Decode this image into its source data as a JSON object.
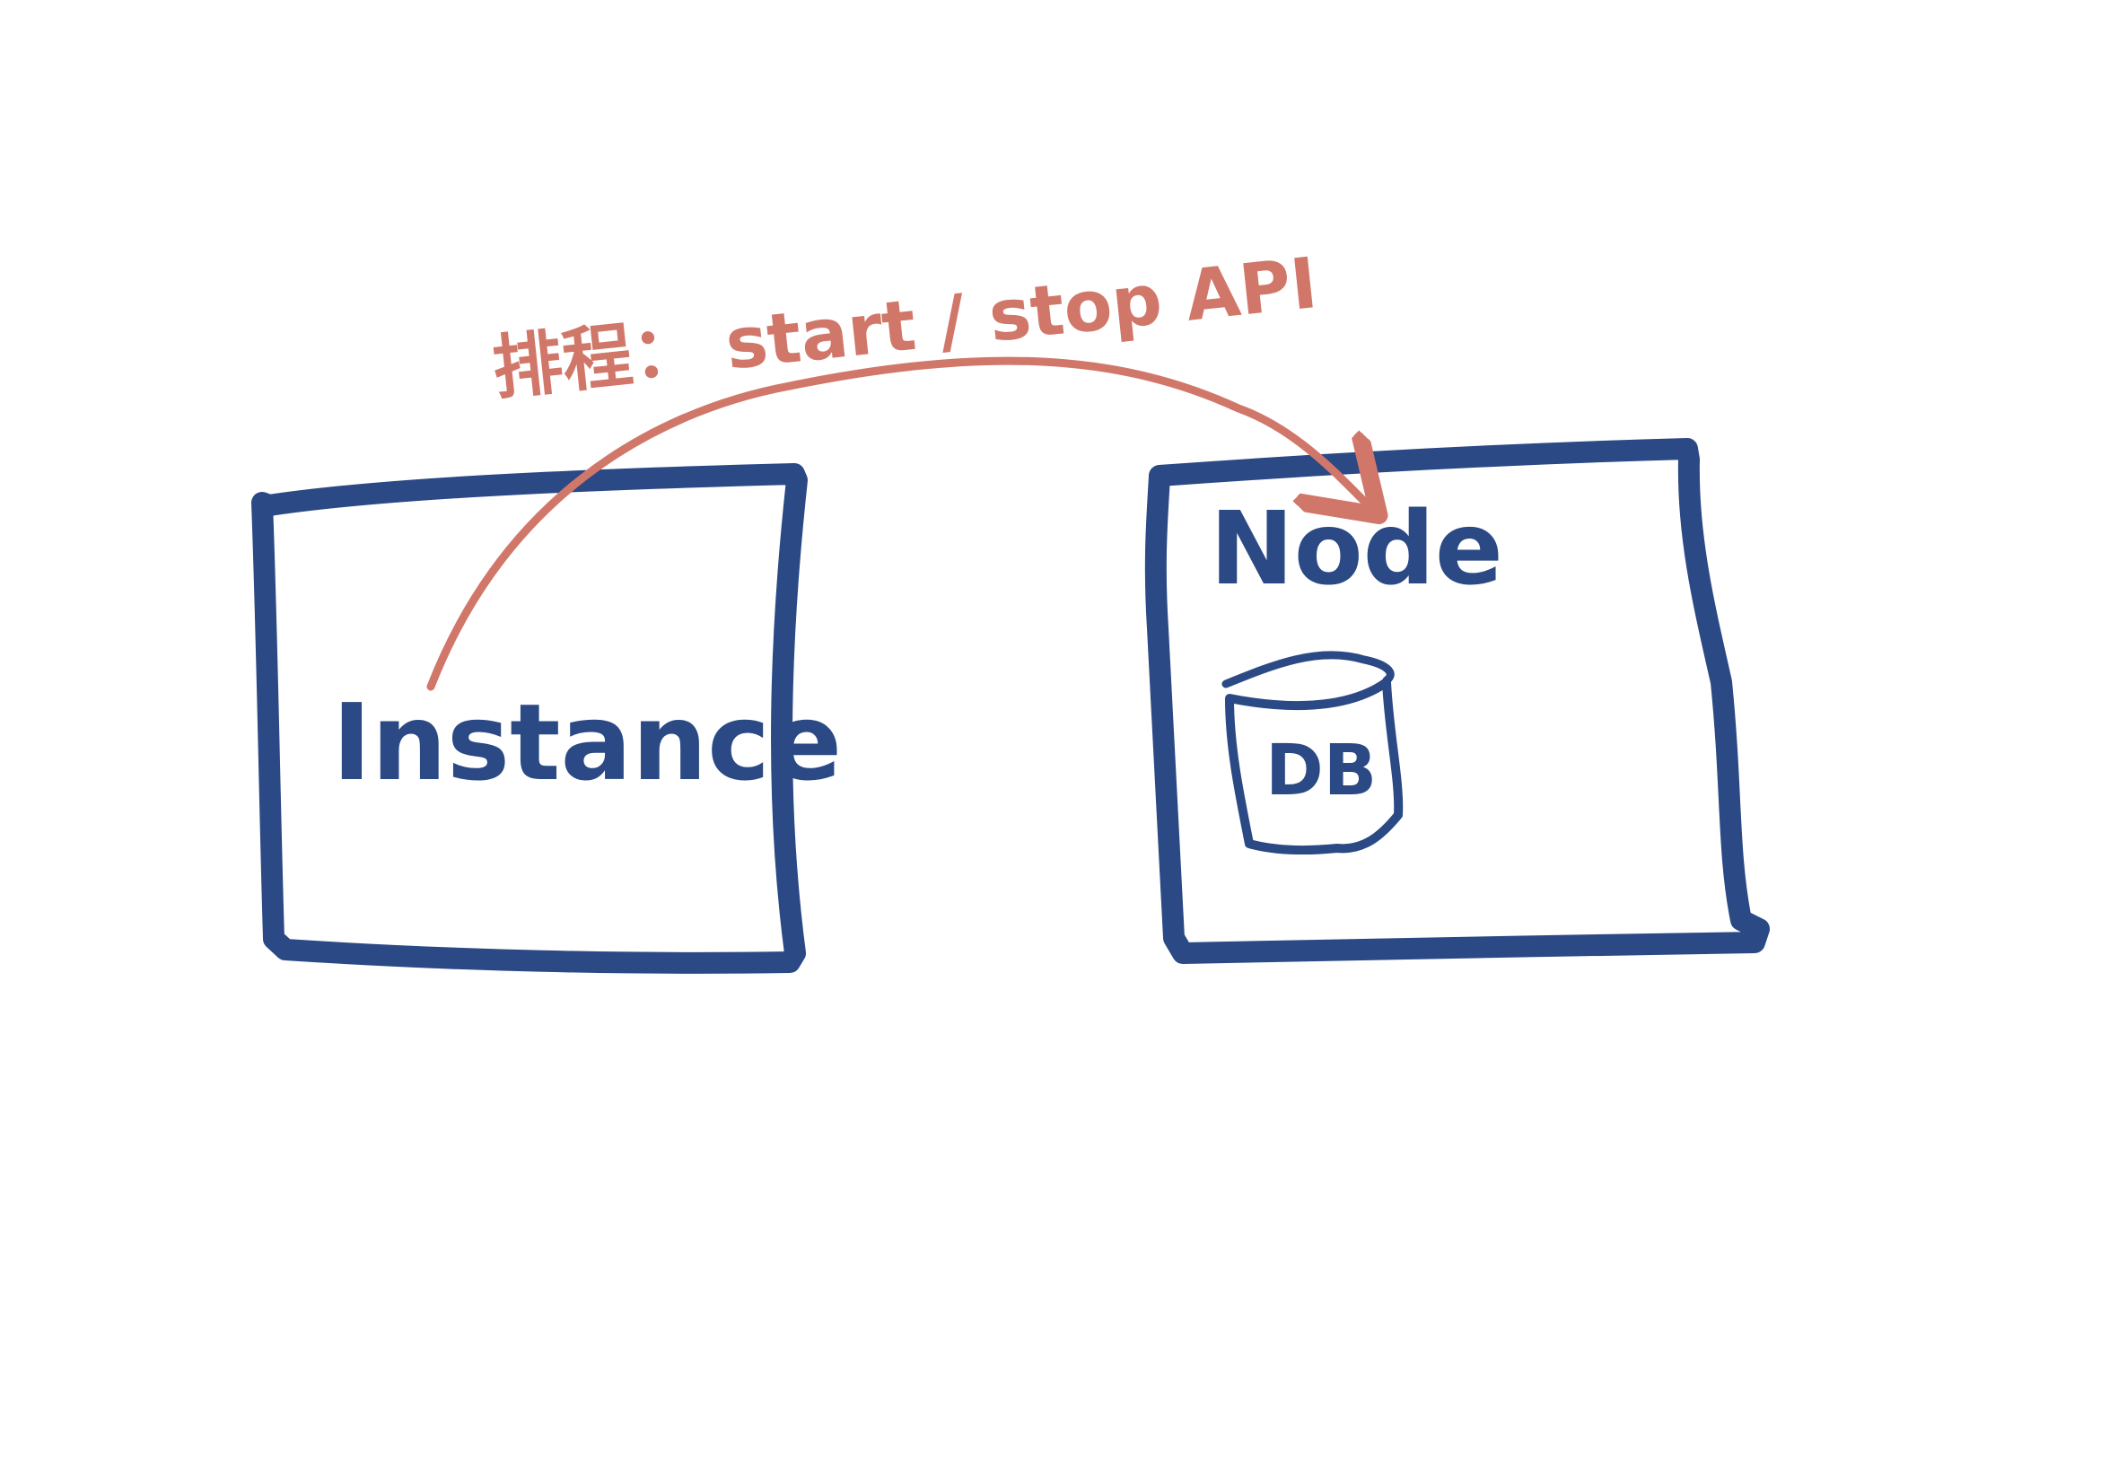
{
  "diagram": {
    "source_box": {
      "label": "Instance"
    },
    "target_box": {
      "label": "Node",
      "inner": {
        "label": "DB"
      }
    },
    "edge": {
      "label": "排程： start / stop API"
    }
  },
  "colors": {
    "box_stroke": "#2b4984",
    "edge_stroke": "#d1776a",
    "edge_text": "#d1776a",
    "box_text": "#2b4984",
    "background": "#ffffff"
  }
}
